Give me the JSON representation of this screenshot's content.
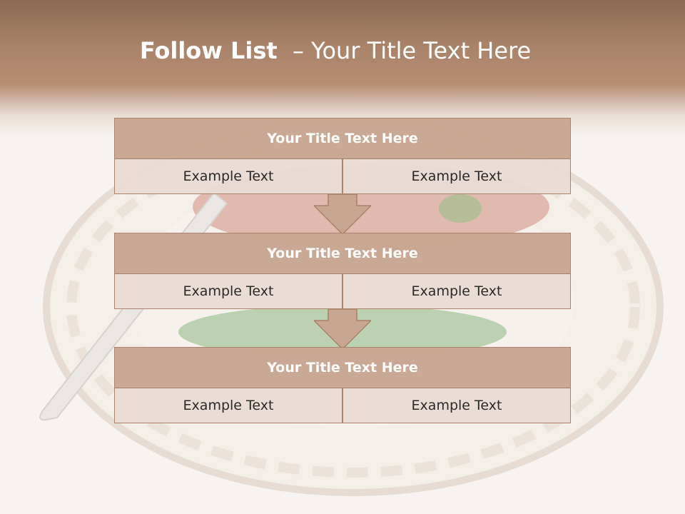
{
  "slide": {
    "title_bold": "Follow List ",
    "title_rest": " – Your Title Text Here"
  },
  "blocks": [
    {
      "title": "Your Title Text Here",
      "left": "Example Text",
      "right": "Example Text"
    },
    {
      "title": "Your Title Text Here",
      "left": "Example Text",
      "right": "Example Text"
    },
    {
      "title": "Your Title Text Here",
      "left": "Example Text",
      "right": "Example Text"
    }
  ],
  "colors": {
    "header": "#b58d73",
    "block_head": "#c8a792",
    "cell": "#eaddd6",
    "border": "#a98068",
    "arrow": "#c8a792"
  }
}
